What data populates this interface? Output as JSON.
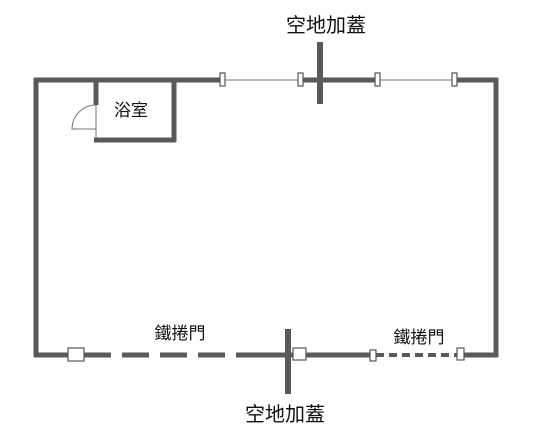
{
  "labels": {
    "top_addition": "空地加蓋",
    "bottom_addition": "空地加蓋",
    "bathroom": "浴室",
    "shutter_left": "鐵捲門",
    "shutter_right": "鐵捲門"
  },
  "colors": {
    "wall": "#5a5a5a",
    "window_line": "#777777",
    "jamb_stroke": "#555555",
    "text": "#111111",
    "background": "#ffffff"
  }
}
